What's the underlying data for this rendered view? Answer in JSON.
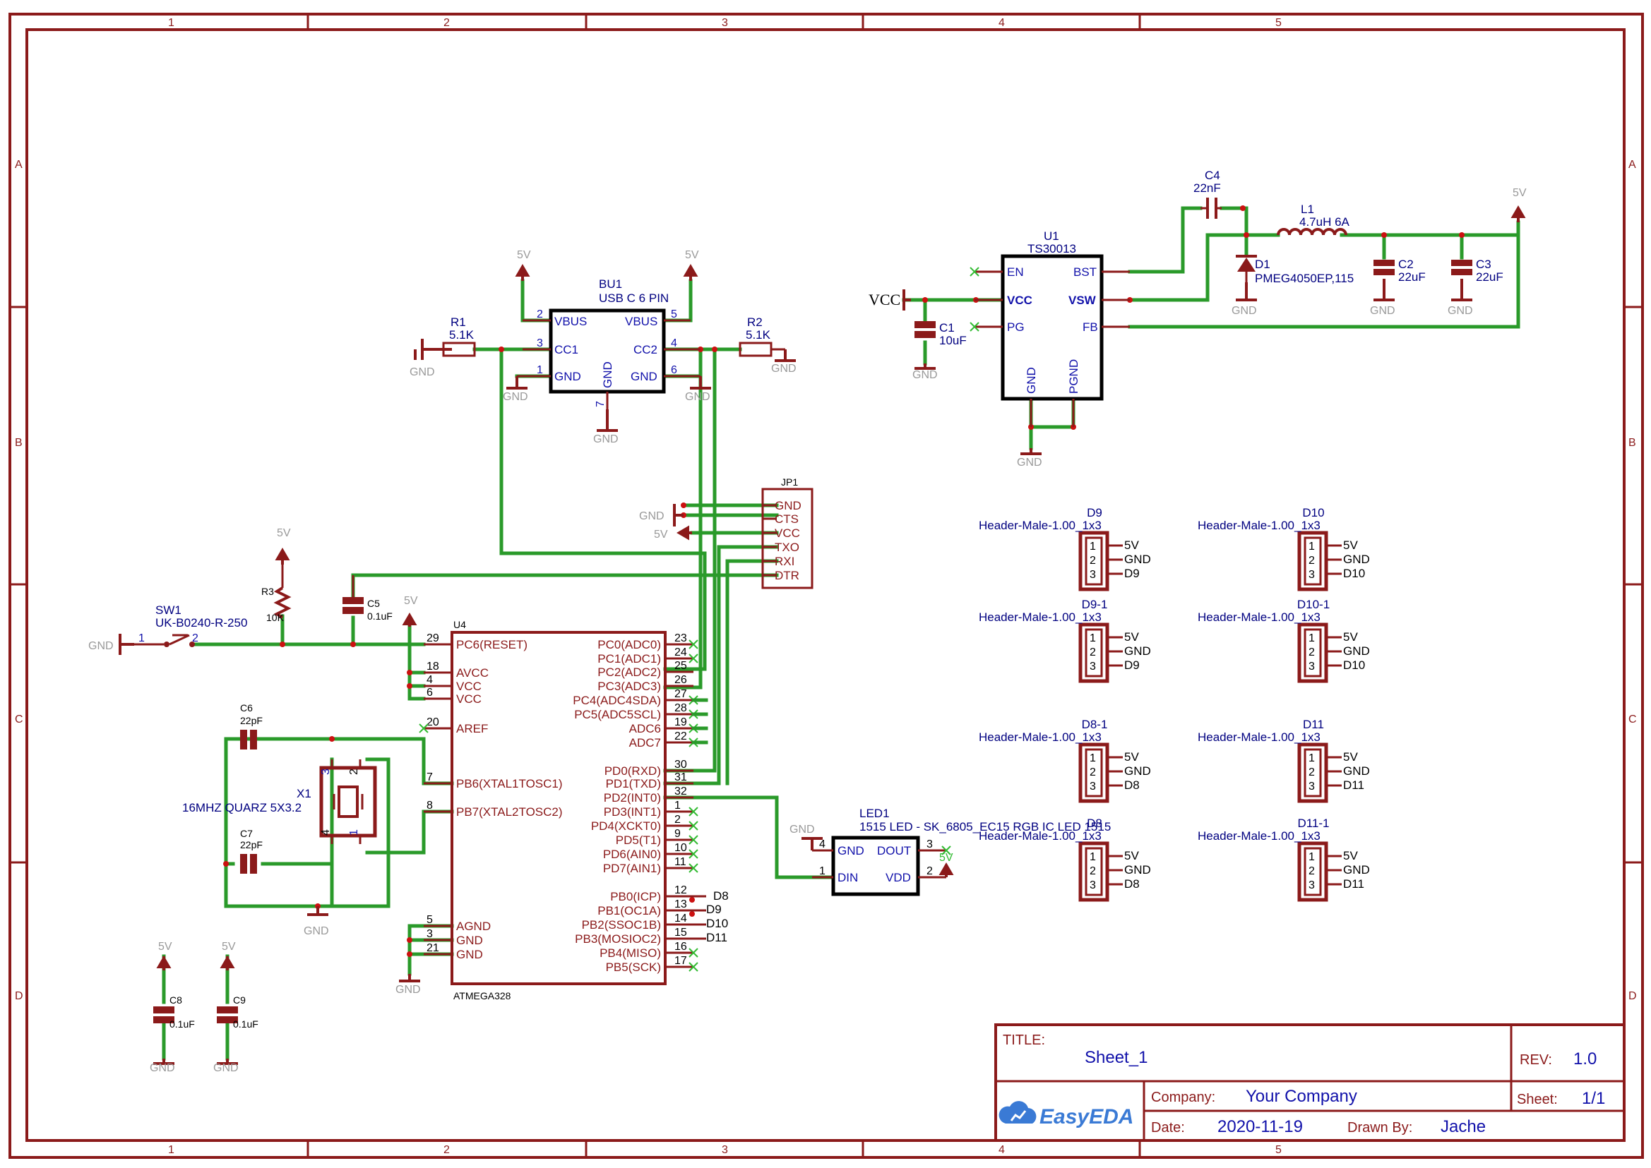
{
  "frame": {
    "col_labels": [
      "1",
      "2",
      "3",
      "4",
      "5"
    ],
    "row_labels": [
      "A",
      "B",
      "C",
      "D"
    ]
  },
  "power": {
    "v5": "5V",
    "gnd": "GND",
    "vcc": "VCC"
  },
  "bu1": {
    "ref": "BU1",
    "value": "USB C 6 PIN",
    "pins": [
      {
        "num": "2",
        "name": "VBUS"
      },
      {
        "num": "3",
        "name": "CC1"
      },
      {
        "num": "1",
        "name": "GND"
      },
      {
        "num": "5",
        "name": "VBUS"
      },
      {
        "num": "4",
        "name": "CC2"
      },
      {
        "num": "6",
        "name": "GND"
      },
      {
        "num": "7",
        "name": "GND"
      }
    ]
  },
  "r1": {
    "ref": "R1",
    "value": "5.1K"
  },
  "r2": {
    "ref": "R2",
    "value": "5.1K"
  },
  "r3": {
    "ref": "R3",
    "value": "10K"
  },
  "sw1": {
    "ref": "SW1",
    "value": "UK-B0240-R-250",
    "pin1": "1",
    "pin2": "2"
  },
  "c1": {
    "ref": "C1",
    "value": "10uF"
  },
  "c2": {
    "ref": "C2",
    "value": "22uF"
  },
  "c3": {
    "ref": "C3",
    "value": "22uF"
  },
  "c4": {
    "ref": "C4",
    "value": "22nF"
  },
  "c5": {
    "ref": "C5",
    "value": "0.1uF"
  },
  "c6": {
    "ref": "C6",
    "value": "22pF"
  },
  "c7": {
    "ref": "C7",
    "value": "22pF"
  },
  "c8": {
    "ref": "C8",
    "value": "0.1uF"
  },
  "c9": {
    "ref": "C9",
    "value": "0.1uF"
  },
  "l1": {
    "ref": "L1",
    "value": "4.7uH 6A"
  },
  "d1": {
    "ref": "D1",
    "value": "PMEG4050EP,115"
  },
  "x1": {
    "ref": "X1",
    "value": "16MHZ QUARZ 5X3.2",
    "pins": [
      "3",
      "2",
      "4",
      "1"
    ]
  },
  "u1": {
    "ref": "U1",
    "value": "TS30013",
    "pins_left": [
      "EN",
      "VCC",
      "PG"
    ],
    "pins_right": [
      "BST",
      "VSW",
      "FB"
    ],
    "pins_bottom": [
      "GND",
      "PGND"
    ]
  },
  "jp1": {
    "ref": "JP1",
    "pins": [
      "GND",
      "CTS",
      "VCC",
      "TXO",
      "RXI",
      "DTR"
    ]
  },
  "u4": {
    "ref": "U4",
    "value": "ATMEGA328",
    "left": [
      {
        "num": "29",
        "name": "PC6(RESET)"
      },
      {
        "num": "18",
        "name": "AVCC"
      },
      {
        "num": "4",
        "name": "VCC"
      },
      {
        "num": "6",
        "name": "VCC"
      },
      {
        "num": "20",
        "name": "AREF"
      },
      {
        "num": "7",
        "name": "PB6(XTAL1TOSC1)"
      },
      {
        "num": "8",
        "name": "PB7(XTAL2TOSC2)"
      },
      {
        "num": "5",
        "name": "AGND"
      },
      {
        "num": "3",
        "name": "GND"
      },
      {
        "num": "21",
        "name": "GND"
      }
    ],
    "right": [
      {
        "num": "23",
        "name": "PC0(ADC0)"
      },
      {
        "num": "24",
        "name": "PC1(ADC1)"
      },
      {
        "num": "25",
        "name": "PC2(ADC2)"
      },
      {
        "num": "26",
        "name": "PC3(ADC3)"
      },
      {
        "num": "27",
        "name": "PC4(ADC4SDA)"
      },
      {
        "num": "28",
        "name": "PC5(ADC5SCL)"
      },
      {
        "num": "19",
        "name": "ADC6"
      },
      {
        "num": "22",
        "name": "ADC7"
      },
      {
        "num": "30",
        "name": "PD0(RXD)"
      },
      {
        "num": "31",
        "name": "PD1(TXD)"
      },
      {
        "num": "32",
        "name": "PD2(INT0)"
      },
      {
        "num": "1",
        "name": "PD3(INT1)"
      },
      {
        "num": "2",
        "name": "PD4(XCKT0)"
      },
      {
        "num": "9",
        "name": "PD5(T1)"
      },
      {
        "num": "10",
        "name": "PD6(AIN0)"
      },
      {
        "num": "11",
        "name": "PD7(AIN1)"
      },
      {
        "num": "12",
        "name": "PB0(ICP)"
      },
      {
        "num": "13",
        "name": "PB1(OC1A)"
      },
      {
        "num": "14",
        "name": "PB2(SSOC1B)"
      },
      {
        "num": "15",
        "name": "PB3(MOSIOC2)"
      },
      {
        "num": "16",
        "name": "PB4(MISO)"
      },
      {
        "num": "17",
        "name": "PB5(SCK)"
      }
    ],
    "net_labels": [
      "D8",
      "D9",
      "D10",
      "D11"
    ]
  },
  "led1": {
    "ref": "LED1",
    "value": "1515 LED - SK_6805_EC15 RGB IC LED 1515",
    "pins": [
      {
        "num": "4",
        "name": "GND"
      },
      {
        "num": "1",
        "name": "DIN"
      },
      {
        "num": "3",
        "name": "DOUT"
      },
      {
        "num": "2",
        "name": "VDD"
      }
    ]
  },
  "headers": [
    {
      "ref": "D9",
      "value": "Header-Male-1.00_1x3",
      "nets": [
        "5V",
        "GND",
        "D9"
      ]
    },
    {
      "ref": "D10",
      "value": "Header-Male-1.00_1x3",
      "nets": [
        "5V",
        "GND",
        "D10"
      ]
    },
    {
      "ref": "D9-1",
      "value": "Header-Male-1.00_1x3",
      "nets": [
        "5V",
        "GND",
        "D9"
      ]
    },
    {
      "ref": "D10-1",
      "value": "Header-Male-1.00_1x3",
      "nets": [
        "5V",
        "GND",
        "D10"
      ]
    },
    {
      "ref": "D8-1",
      "value": "Header-Male-1.00_1x3",
      "nets": [
        "5V",
        "GND",
        "D8"
      ]
    },
    {
      "ref": "D11",
      "value": "Header-Male-1.00_1x3",
      "nets": [
        "5V",
        "GND",
        "D11"
      ]
    },
    {
      "ref": "D8",
      "value": "Header-Male-1.00_1x3",
      "nets": [
        "5V",
        "GND",
        "D8"
      ]
    },
    {
      "ref": "D11-1",
      "value": "Header-Male-1.00_1x3",
      "nets": [
        "5V",
        "GND",
        "D11"
      ]
    }
  ],
  "header_pin_numbers": [
    "1",
    "2",
    "3"
  ],
  "title_block": {
    "title_label": "TITLE:",
    "title": "Sheet_1",
    "rev_label": "REV:",
    "rev": "1.0",
    "company_label": "Company:",
    "company": "Your Company",
    "sheet_label": "Sheet:",
    "sheet": "1/1",
    "date_label": "Date:",
    "date": "2020-11-19",
    "drawn_label": "Drawn By:",
    "drawn_by": "Jache",
    "logo": "EasyEDA"
  }
}
